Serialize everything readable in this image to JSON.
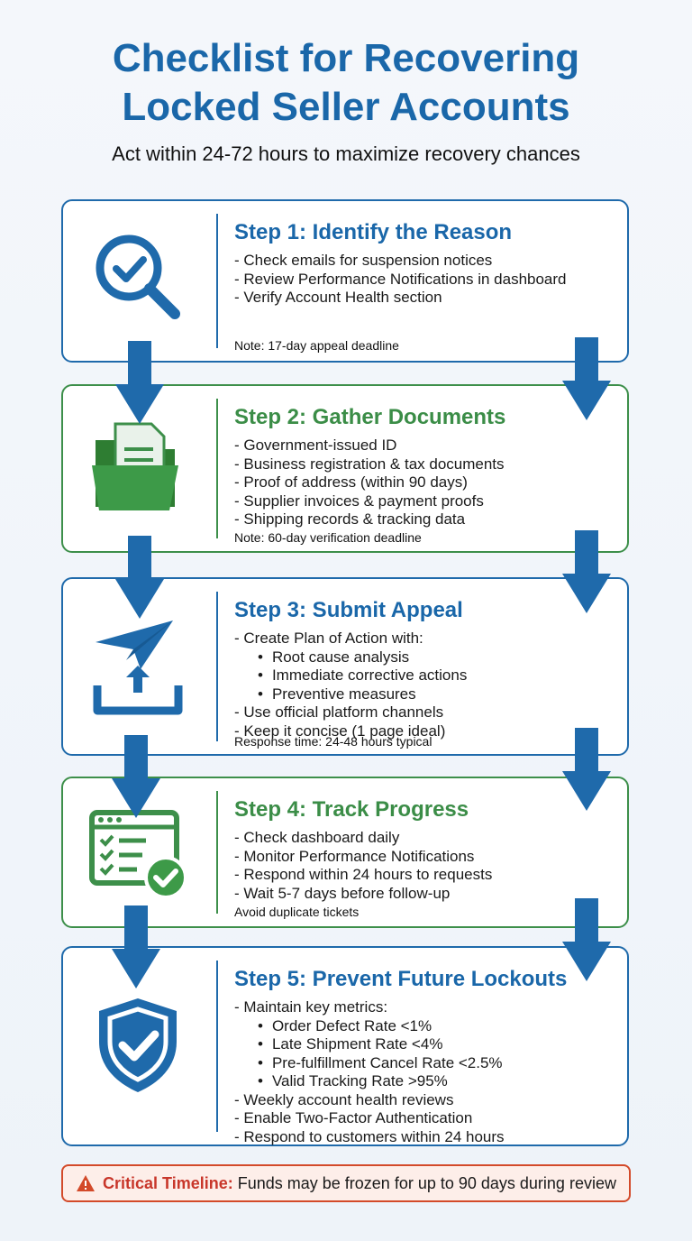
{
  "header": {
    "title_line1": "Checklist for Recovering",
    "title_line2": "Locked Seller Accounts",
    "subtitle": "Act within 24-72 hours to maximize recovery chances"
  },
  "steps": [
    {
      "title": "Step 1: Identify the Reason",
      "icon": "magnifier-check-icon",
      "items": [
        "- Check emails for suspension notices",
        "- Review Performance Notifications in dashboard",
        "- Verify Account Health section"
      ],
      "note": "Note: 17-day appeal deadline"
    },
    {
      "title": "Step 2: Gather Documents",
      "icon": "folder-documents-icon",
      "items": [
        "- Government-issued ID",
        "- Business registration & tax documents",
        "- Proof of address (within 90 days)",
        "- Supplier invoices & payment proofs",
        "- Shipping records & tracking data"
      ],
      "note": "Note: 60-day verification deadline"
    },
    {
      "title": "Step 3: Submit Appeal",
      "icon": "paper-plane-upload-icon",
      "items": [
        "- Create Plan of Action with:",
        "Root cause analysis",
        "Immediate corrective actions",
        "Preventive measures",
        "- Use official platform channels",
        "- Keep it concise (1 page ideal)"
      ],
      "note": "Response time: 24-48 hours typical"
    },
    {
      "title": "Step 4: Track Progress",
      "icon": "browser-checklist-icon",
      "items": [
        "- Check dashboard daily",
        "- Monitor Performance Notifications",
        "- Respond within 24 hours to requests",
        "- Wait 5-7 days before follow-up"
      ],
      "note": "Avoid duplicate tickets"
    },
    {
      "title": "Step 5: Prevent Future Lockouts",
      "icon": "shield-check-icon",
      "items": [
        "- Maintain key metrics:",
        "Order Defect Rate <1%",
        "Late Shipment Rate <4%",
        "Pre-fulfillment Cancel Rate <2.5%",
        "Valid Tracking Rate >95%",
        "- Weekly account health reviews",
        "- Enable Two-Factor Authentication",
        "- Respond to customers within 24 hours"
      ]
    }
  ],
  "alert": {
    "icon": "warning-triangle-icon",
    "label": "Critical Timeline:",
    "text": "Funds may be frozen for up to 90 days during review"
  },
  "colors": {
    "blue": "#1f6aab",
    "green": "#3d8f4a",
    "alert_red": "#d34a2a"
  }
}
